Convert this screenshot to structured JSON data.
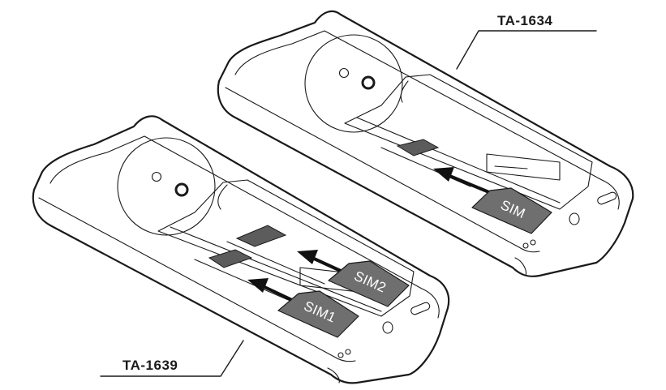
{
  "labels": {
    "top_model": "TA-1634",
    "bottom_model": "TA-1639"
  },
  "cards": {
    "top_sim": "SIM",
    "bottom_sim1": "SIM1",
    "bottom_sim2": "SIM2"
  },
  "colors": {
    "line": "#1a1a1a",
    "card": "#6f6f6f",
    "background": "#ffffff"
  }
}
